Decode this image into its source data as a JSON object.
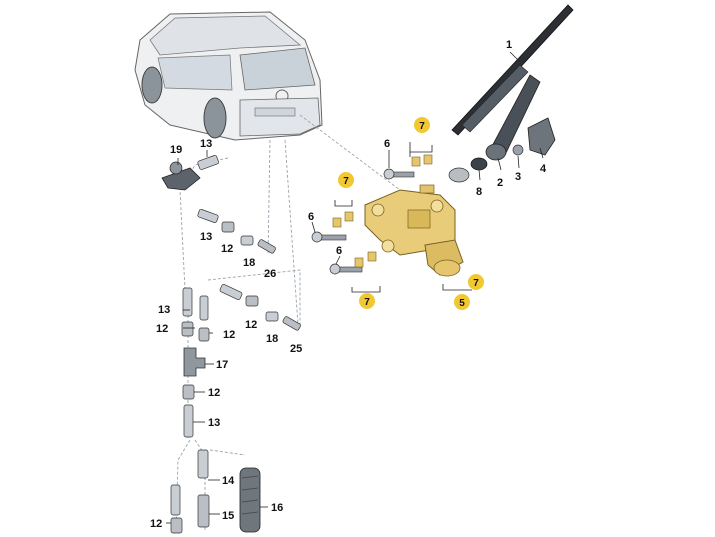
{
  "callouts": {
    "n1": "1",
    "n2": "2",
    "n3": "3",
    "n4": "4",
    "n5": "5",
    "n6a": "6",
    "n6b": "6",
    "n6c": "6",
    "n7a": "7",
    "n7b": "7",
    "n7c": "7",
    "n7d": "7",
    "n8": "8",
    "n12a": "12",
    "n12b": "12",
    "n12c": "12",
    "n12d": "12",
    "n12e": "12",
    "n12f": "12",
    "n13a": "13",
    "n13b": "13",
    "n13c": "13",
    "n13d": "13",
    "n14": "14",
    "n15": "15",
    "n16": "16",
    "n17": "17",
    "n18a": "18",
    "n18b": "18",
    "n19": "19",
    "n25": "25",
    "n26": "26"
  },
  "colors": {
    "motor": "#e8cc7a",
    "badge": "#f2c832",
    "part_dark": "#555d66",
    "part_light": "#c9ced4",
    "vehicle_body": "#e9ecef"
  }
}
